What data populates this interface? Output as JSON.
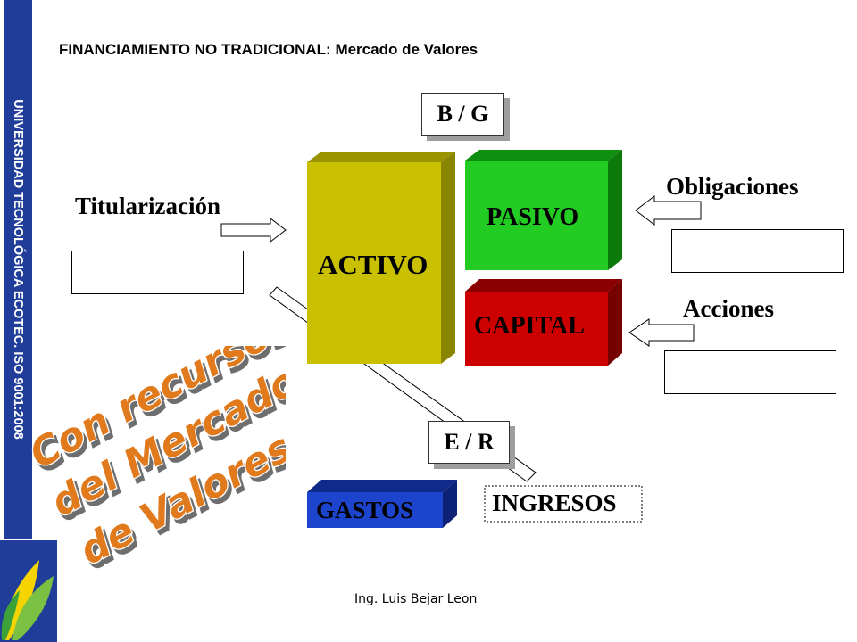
{
  "sidebar": {
    "text": "UNIVERSIDAD TECNOLÓGICA ECOTEC. ISO 9001:2008"
  },
  "title": "FINANCIAMIENTO NO TRADICIONAL: Mercado de Valores",
  "diagram": {
    "bg_tag": "B / G",
    "er_tag": "E / R",
    "activo": "ACTIVO",
    "pasivo": "PASIVO",
    "capital": "CAPITAL",
    "gastos": "GASTOS",
    "ingresos": "INGRESOS",
    "titularizacion": "Titularización",
    "obligaciones": "Obligaciones",
    "acciones": "Acciones"
  },
  "wordart": {
    "line1": "Con recursos",
    "line2": "del Mercado",
    "line3": "de Valores"
  },
  "footer": "Ing. Luis Bejar Leon",
  "colors": {
    "sidebar": "#1f3d99",
    "activo": "#c8c000",
    "pasivo": "#22cc22",
    "capital": "#cc0000",
    "gastos": "#1c44cc",
    "wordart": "#e07a1a"
  }
}
